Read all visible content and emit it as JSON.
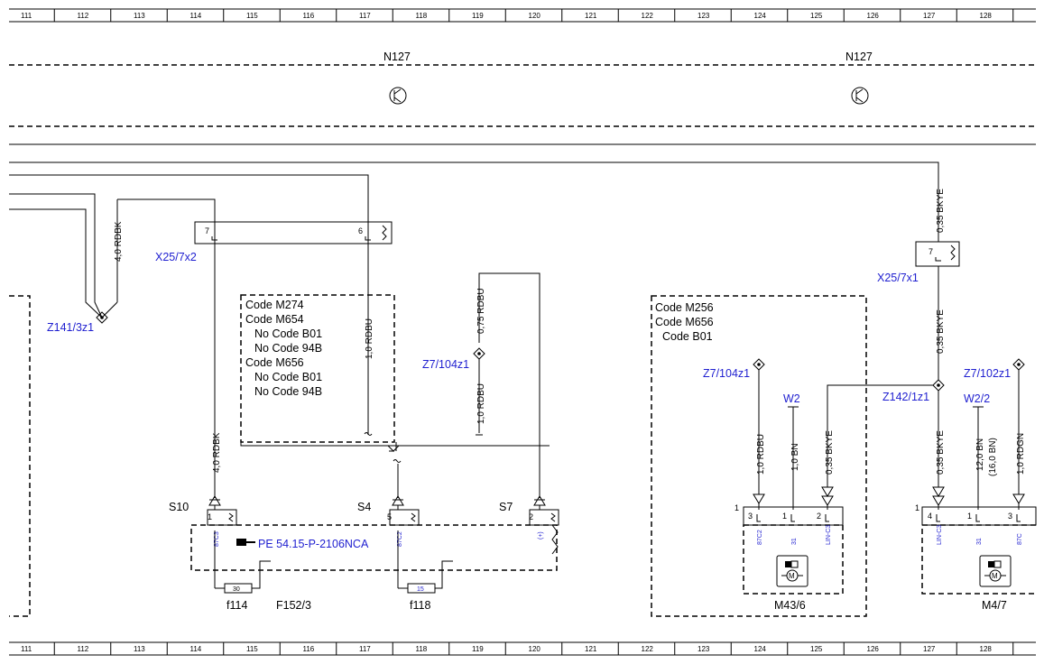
{
  "ruler": {
    "cells": [
      "111",
      "112",
      "113",
      "114",
      "115",
      "116",
      "117",
      "118",
      "119",
      "120",
      "121",
      "122",
      "123",
      "124",
      "125",
      "126",
      "127",
      "128"
    ]
  },
  "modules": {
    "left": "N127",
    "right": "N127"
  },
  "connectors": {
    "x25_7x2": "X25/7x2",
    "x25_7x1": "X25/7x1",
    "z141": "Z141/3z1",
    "z7_104_a": "Z7/104z1",
    "z7_104_b": "Z7/104z1",
    "z142": "Z142/1z1",
    "z7_102": "Z7/102z1",
    "w2": "W2",
    "w2_2": "W2/2"
  },
  "wires": {
    "w_4rdbk_top": "4,0 RDBK",
    "w_4rdbk_bot": "4,0 RDBK",
    "w_1rdbu_mid": "1,0 RDBU",
    "w_075rdbu": "0,75 RDBU",
    "w_1rdbu_s7": "1,0 RDBU",
    "w_035bkye_top": "0,35 BKYE",
    "w_035bkye_mid": "0,35 BKYE",
    "w_035bkye_low": "0,35 BKYE",
    "w_m43_rdbu": "1,0 RDBU",
    "w_m43_bn": "1,0 BN",
    "w_m43_bkye": "0,35 BKYE",
    "w_m47_bn": "12,0 BN",
    "w_m47_bn2": "(16,0 BN)",
    "w_m47_rdgn": "1,0 RDGN"
  },
  "code_box_1": [
    "Code M274",
    "Code M654",
    "No Code B01",
    "No Code 94B",
    "Code M656",
    "No Code B01",
    "No Code 94B"
  ],
  "code_box_2": [
    "Code M256",
    "Code M656",
    "Code B01"
  ],
  "fuse_block": {
    "s10": "S10",
    "s4": "S4",
    "s7": "S7",
    "pin_s10": "1",
    "pin_s4": "5",
    "pin_s7": "2",
    "sig_s10": "87C3",
    "sig_s4": "87C2",
    "sig_s7": "(+)",
    "ref": "PE 54.15-P-2106NCA",
    "f114": "f114",
    "f118": "f118",
    "f152": "F152/3",
    "amp_f114": "30",
    "amp_f118": "15"
  },
  "x25_pins": {
    "p7a": "7",
    "p6": "6",
    "p7b": "7"
  },
  "m43": {
    "name": "M43/6",
    "one": "1",
    "pins": [
      "3",
      "1",
      "2"
    ],
    "sigs": [
      "87C2",
      "31",
      "LIN-C3"
    ]
  },
  "m47": {
    "name": "M4/7",
    "one": "1",
    "pins": [
      "4",
      "1",
      "3"
    ],
    "sigs": [
      "LIN-C3",
      "31",
      "87C"
    ]
  },
  "colors": {
    "blue": "#1f1fd0",
    "line": "#000000"
  }
}
